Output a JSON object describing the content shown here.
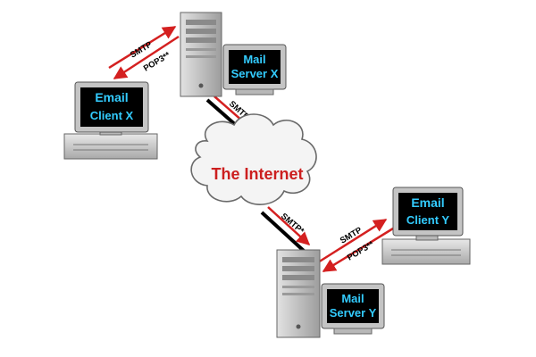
{
  "colors": {
    "screen": "#000000",
    "screen_text": "#33ccff",
    "arrow_red": "#d42020",
    "link_black": "#000000",
    "internet_text": "#cc1f1f",
    "hardware_gray": "#c9c9c9",
    "hardware_dark": "#7a7a7a",
    "cloud_fill": "#f4f4f4"
  },
  "icons": {
    "client_computer": "desktop-computer-icon",
    "mail_server": "server-tower-icon",
    "cloud": "cloud-icon"
  },
  "client_x": {
    "line1": "Email",
    "line2": "Client  X"
  },
  "server_x": {
    "line1": "Mail",
    "line2": "Server  X"
  },
  "client_y": {
    "line1": "Email",
    "line2": "Client  Y"
  },
  "server_y": {
    "line1": "Mail",
    "line2": "Server  Y"
  },
  "internet": {
    "label": "The Internet"
  },
  "links": {
    "x_upper": {
      "proto_top": "SMTP",
      "proto_bottom": "POP3**"
    },
    "x_lower": {
      "proto": "SMTP*"
    },
    "y_lower": {
      "proto": "SMTP*"
    },
    "y_upper": {
      "proto_top": "SMTP",
      "proto_bottom": "POP3**"
    }
  }
}
